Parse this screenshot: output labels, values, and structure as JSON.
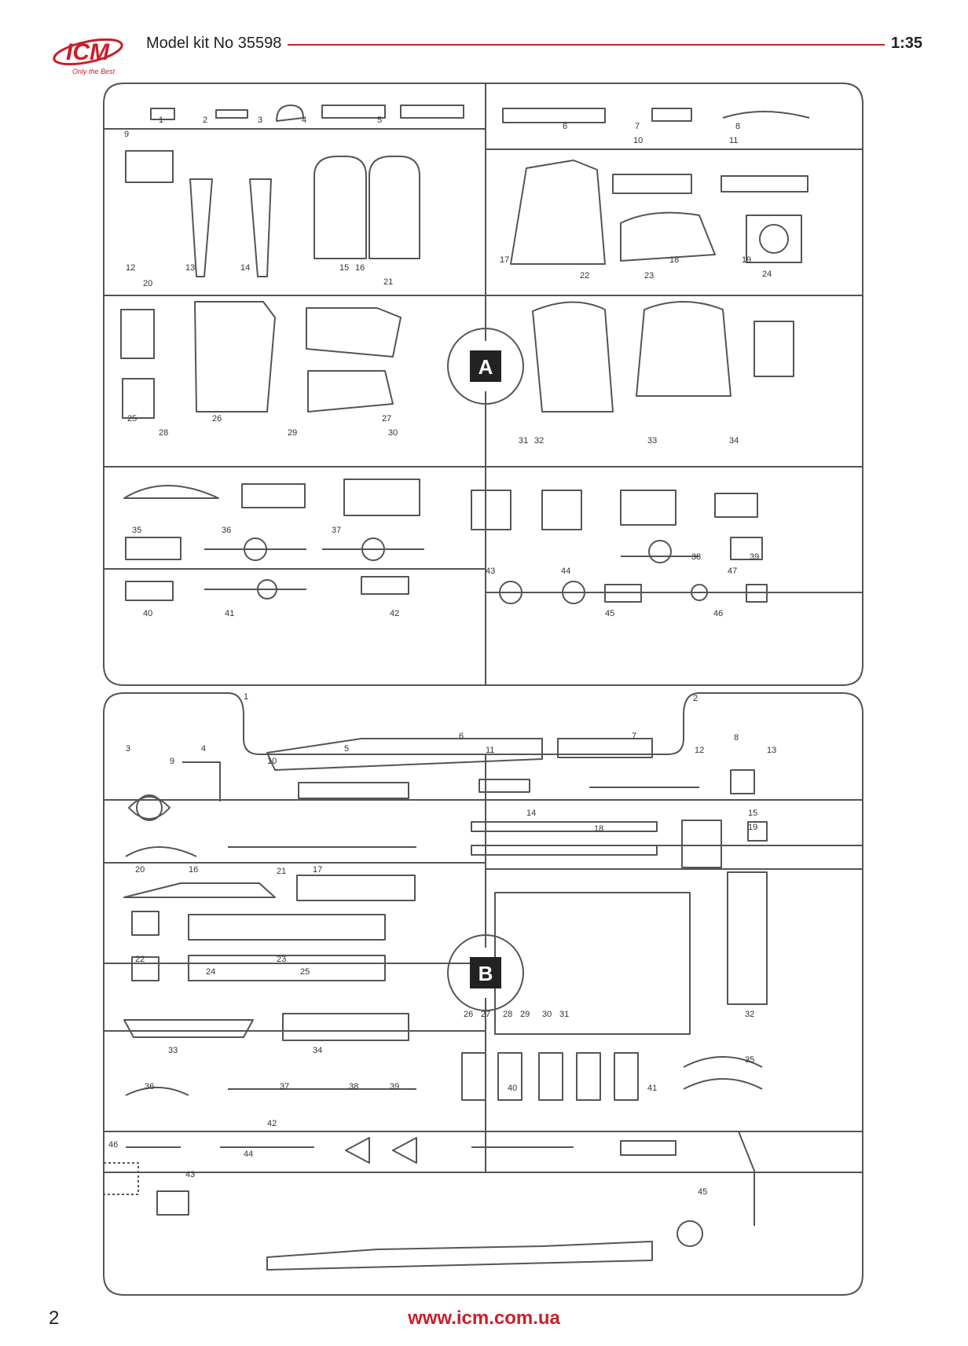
{
  "header": {
    "logo_text": "ICM",
    "logo_tagline": "Only the Best",
    "kit_label": "Model kit No 35598",
    "scale": "1:35"
  },
  "footer": {
    "page_number": "2",
    "url": "www.icm.com.ua"
  },
  "sprue_a": {
    "badge": "A",
    "part_numbers": [
      "1",
      "2",
      "3",
      "4",
      "5",
      "6",
      "7",
      "8",
      "9",
      "10",
      "11",
      "12",
      "13",
      "14",
      "15",
      "16",
      "17",
      "18",
      "19",
      "20",
      "21",
      "22",
      "23",
      "24",
      "25",
      "26",
      "27",
      "28",
      "29",
      "30",
      "31",
      "32",
      "33",
      "34",
      "35",
      "36",
      "37",
      "38",
      "39",
      "40",
      "41",
      "42",
      "43",
      "44",
      "45",
      "46",
      "47"
    ]
  },
  "sprue_b": {
    "badge": "B",
    "part_numbers": [
      "1",
      "2",
      "3",
      "4",
      "5",
      "6",
      "7",
      "8",
      "9",
      "10",
      "11",
      "12",
      "13",
      "14",
      "15",
      "16",
      "17",
      "18",
      "19",
      "20",
      "21",
      "22",
      "23",
      "24",
      "25",
      "26",
      "27",
      "28",
      "29",
      "30",
      "31",
      "32",
      "33",
      "34",
      "35",
      "36",
      "37",
      "38",
      "39",
      "40",
      "41",
      "42",
      "43",
      "44",
      "45",
      "46"
    ]
  },
  "colors": {
    "accent": "#c8202a",
    "line": "#555555"
  }
}
